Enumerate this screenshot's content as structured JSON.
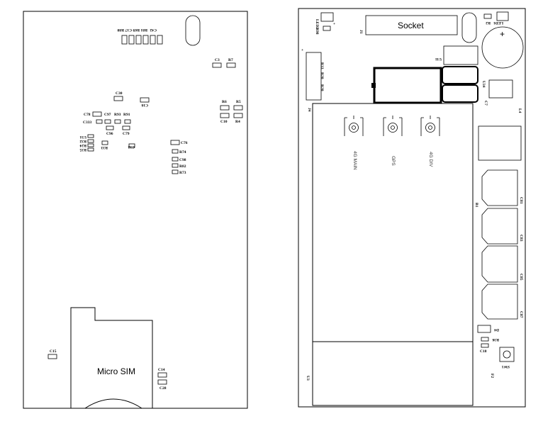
{
  "left_board": {
    "connector_pad_labels": [
      "R80",
      "C17",
      "R69",
      "R81",
      "C42"
    ],
    "components": [
      "C3",
      "R7",
      "C30",
      "C16",
      "R6",
      "R5",
      "C10",
      "R4",
      "C78",
      "C97",
      "R93",
      "R91",
      "C333",
      "C96",
      "C79",
      "U31",
      "R32",
      "R24",
      "R35",
      "R33",
      "C32",
      "C76",
      "R74",
      "C98",
      "R82",
      "R73",
      "C15",
      "C14",
      "C28"
    ],
    "micro_sim_label": "Micro SIM"
  },
  "right_board": {
    "socket_label": "Socket",
    "antennas": [
      "4G MAIN",
      "GPS",
      "4G DIV"
    ],
    "components": [
      "LED2",
      "R98",
      "J1",
      "R2",
      "LED1",
      "U11",
      "R33",
      "R20",
      "R20",
      "J4",
      "U34",
      "C7",
      "L4",
      "B1",
      "C81",
      "C83",
      "C85",
      "C87",
      "D4",
      "R36",
      "C18",
      "SW1",
      "F2",
      "U3"
    ]
  }
}
